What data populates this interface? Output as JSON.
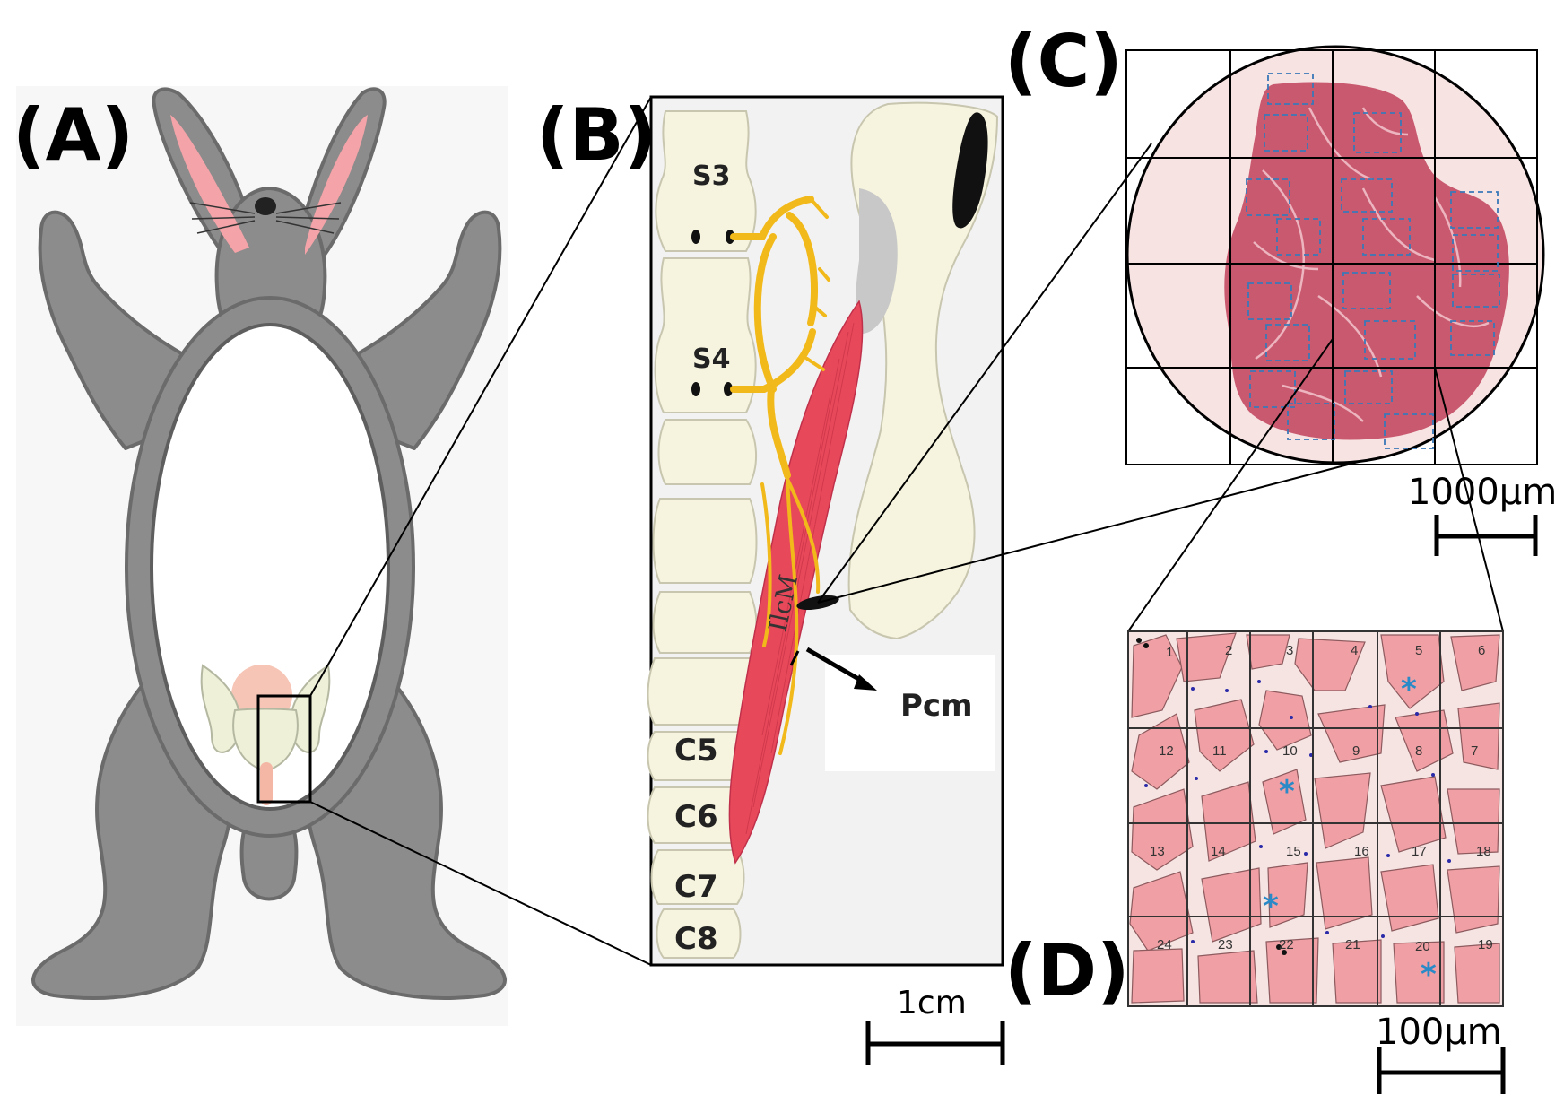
{
  "panels": {
    "a": {
      "letter": "(A)"
    },
    "b": {
      "letter": "(B)",
      "vertebra_labels": [
        "S3",
        "S4",
        "C5",
        "C6",
        "C7",
        "C8"
      ],
      "muscle_label": "IlcM",
      "callout_label": "Pcm",
      "scale_label": "1cm"
    },
    "c": {
      "letter": "(C)",
      "scale_label": "1000µm"
    },
    "d": {
      "letter": "(D)",
      "scale_label": "100µm",
      "cell_numbers": [
        [
          "1",
          "2",
          "3",
          "4",
          "5",
          "6"
        ],
        [
          "12",
          "11",
          "10",
          "9",
          "8",
          "7"
        ],
        [
          "13",
          "14",
          "15",
          "16",
          "17",
          "18"
        ],
        [
          "24",
          "23",
          "22",
          "21",
          "20",
          "19"
        ]
      ],
      "asterisk_cells": [
        "5",
        "10",
        "15",
        "20"
      ]
    }
  },
  "colors": {
    "rabbit_body": "#8c8c8c",
    "rabbit_outline": "#6e6e6e",
    "ear_inner": "#f4a3a8",
    "bone": "#f6f4de",
    "nerve": "#f2b91b",
    "muscle": "#e8495a",
    "tissue_section": "#c9596f",
    "muscle_fiber": "#f0a0a4",
    "asterisk": "#2a8ac8"
  }
}
